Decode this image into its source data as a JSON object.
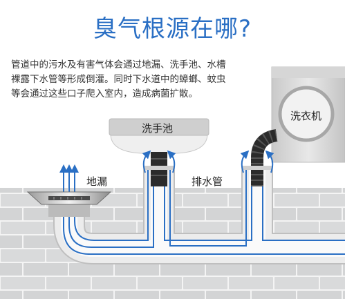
{
  "title": "臭气根源在哪?",
  "description": {
    "line1": "管道中的污水及有害气体会通过地漏、洗手池、水槽",
    "line2": "裸露下水管等形成倒灌。同时下水道中的蟑螂、蚊虫",
    "line3": "等会通过这些口子爬入室内，造成病菌扩散。"
  },
  "labels": {
    "sink": "洗手池",
    "floor_drain": "地漏",
    "drain_pipe": "排水管",
    "washing_machine": "洗衣机"
  },
  "colors": {
    "title": "#2a6fc4",
    "arrow": "#2a6fc4",
    "brick": "#d9dadb",
    "mortar": "#f2f2f2",
    "pipe": "#ebebeb"
  },
  "icons": [
    "up-arrow-icon",
    "curved-arrow-icon"
  ]
}
